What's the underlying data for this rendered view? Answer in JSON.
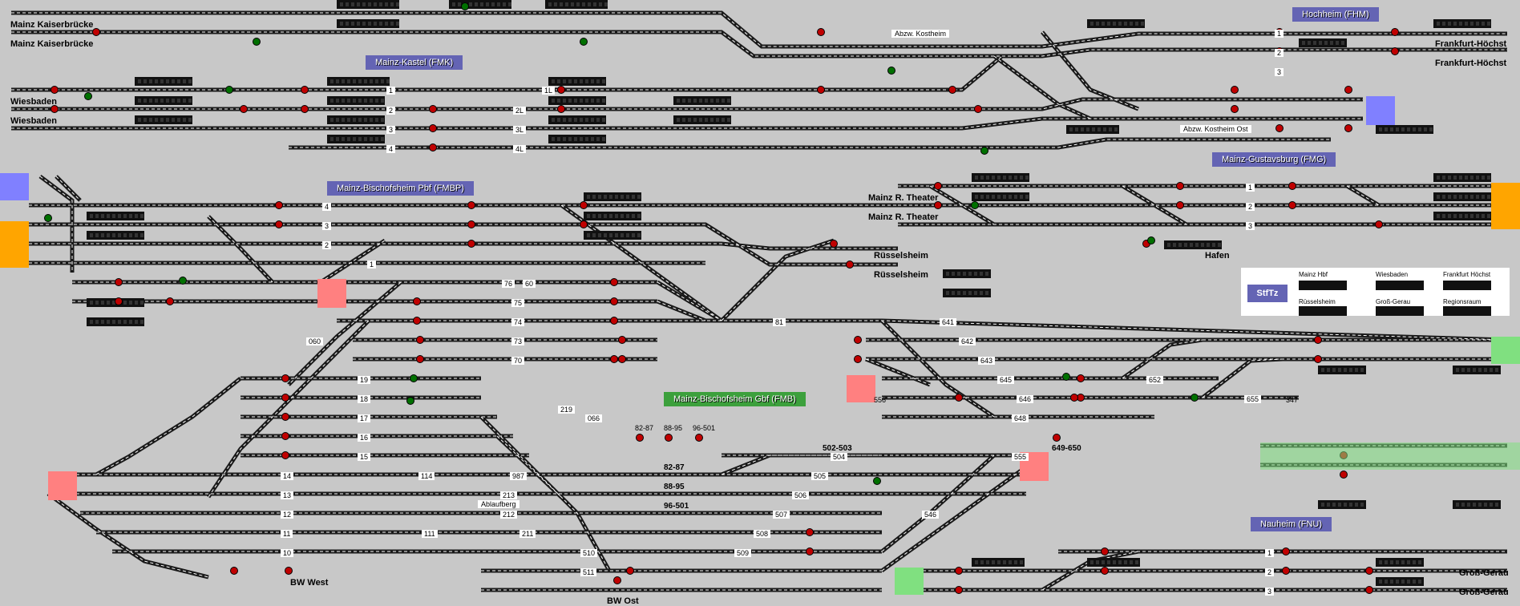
{
  "colors": {
    "background": "#c8c8c8",
    "track": "#1a1a1a",
    "rail": "#ffffff",
    "signal_red": "#c00000",
    "signal_green": "#007000",
    "station_blue": "#6464b4",
    "station_green": "#3ca03c",
    "pad_orange": "#ffa500",
    "pad_blue": "#8080ff",
    "pad_pink": "#ff8080",
    "pad_green": "#80e080"
  },
  "stations": {
    "hochheim": "Hochheim (FHM)",
    "mainz_kastel": "Mainz-Kastel (FMK)",
    "mainz_bischofsheim_pbf": "Mainz-Bischofsheim Pbf (FMBP)",
    "mainz_gustavsburg": "Mainz-Gustavsburg (FMG)",
    "mainz_bischofsheim_gbf": "Mainz-Bischofsheim Gbf (FMB)",
    "nauheim": "Nauheim (FNU)"
  },
  "places": {
    "kaiserbruecke_1": "Mainz Kaiserbrücke",
    "kaiserbruecke_2": "Mainz Kaiserbrücke",
    "wiesbaden_1": "Wiesbaden",
    "wiesbaden_2": "Wiesbaden",
    "frankfurt_hoechst_1": "Frankfurt-Höchst",
    "frankfurt_hoechst_2": "Frankfurt-Höchst",
    "mainz_theater_1": "Mainz R. Theater",
    "mainz_theater_2": "Mainz R. Theater",
    "ruesselsheim_1": "Rüsselsheim",
    "ruesselsheim_2": "Rüsselsheim",
    "hafen": "Hafen",
    "bw_west": "BW West",
    "bw_ost": "BW Ost",
    "gross_gerau_1": "Groß-Gerau",
    "gross_gerau_2": "Groß-Gerau"
  },
  "sublabels": {
    "abzw_kostheim": "Abzw. Kostheim",
    "abzw_kostheim_ost": "Abzw. Kostheim Ost",
    "ablaufberg": "Ablaufberg"
  },
  "tracks": {
    "fmk": [
      "1",
      "2L",
      "2",
      "3",
      "3L",
      "4",
      "4L",
      "1L"
    ],
    "fhm": [
      "1",
      "2",
      "3"
    ],
    "fmbp": [
      "4",
      "3",
      "2",
      "1"
    ],
    "fmg": [
      "1",
      "2",
      "3"
    ],
    "gbf": [
      "76",
      "60",
      "75",
      "74",
      "73",
      "70",
      "19",
      "18",
      "17",
      "16",
      "15",
      "14",
      "13",
      "12",
      "11",
      "10",
      "81",
      "641",
      "642",
      "643",
      "645",
      "646",
      "648",
      "504",
      "505",
      "506",
      "507",
      "508",
      "509",
      "510",
      "511",
      "652"
    ],
    "fnu": [
      "1",
      "2",
      "3"
    ]
  },
  "numbers": {
    "n060": "060",
    "n219": "219",
    "n066": "066",
    "n114": "114",
    "n987": "987",
    "n213": "213",
    "n212": "212",
    "n111": "111",
    "n211": "211",
    "n546": "546",
    "n555": "555",
    "n655": "655",
    "n347": "347",
    "n556": "556",
    "r82_87": "82-87",
    "r88_95": "88-95",
    "r96_501": "96-501",
    "b82_87": "82-87",
    "b88_95": "88-95",
    "b96_501": "96-501",
    "b502_503": "502-503",
    "b649_650": "649-650"
  },
  "stw": {
    "title": "StfTz",
    "items": [
      "Mainz Hbf",
      "Wiesbaden",
      "Frankfurt Höchst",
      "Rüsselsheim",
      "Groß-Gerau",
      "Regionsraum"
    ]
  }
}
